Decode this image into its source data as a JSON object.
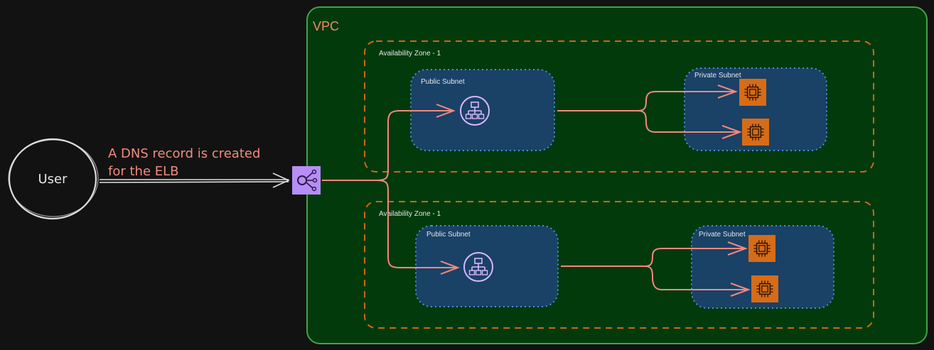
{
  "user": {
    "label": "User"
  },
  "dns_note": {
    "line1": "A DNS record is created",
    "line2": "for the ELB"
  },
  "vpc": {
    "label": "VPC"
  },
  "load_balancer": {
    "icon": "elastic-load-balancer-icon"
  },
  "zones": [
    {
      "label": "Availability Zone - 1",
      "public_subnet": {
        "label": "Public Subnet",
        "icon": "network-hub-icon"
      },
      "private_subnet": {
        "label": "Private Subnet",
        "instances": [
          "ec2-instance-icon",
          "ec2-instance-icon"
        ]
      }
    },
    {
      "label": "Availability Zone - 1",
      "public_subnet": {
        "label": "Public Subnet",
        "icon": "network-hub-icon"
      },
      "private_subnet": {
        "label": "Private Subnet",
        "instances": [
          "ec2-instance-icon",
          "ec2-instance-icon"
        ]
      }
    }
  ],
  "colors": {
    "background": "#121212",
    "vpc_fill": "#033a0c",
    "vpc_stroke": "#3fa34d",
    "zone_stroke": "#c8681c",
    "subnet_fill": "#1a4166",
    "subnet_stroke": "#4a8fd4",
    "arrow": "#f08080",
    "instance_fill": "#d66c18",
    "elb_fill": "#b78ef5"
  }
}
